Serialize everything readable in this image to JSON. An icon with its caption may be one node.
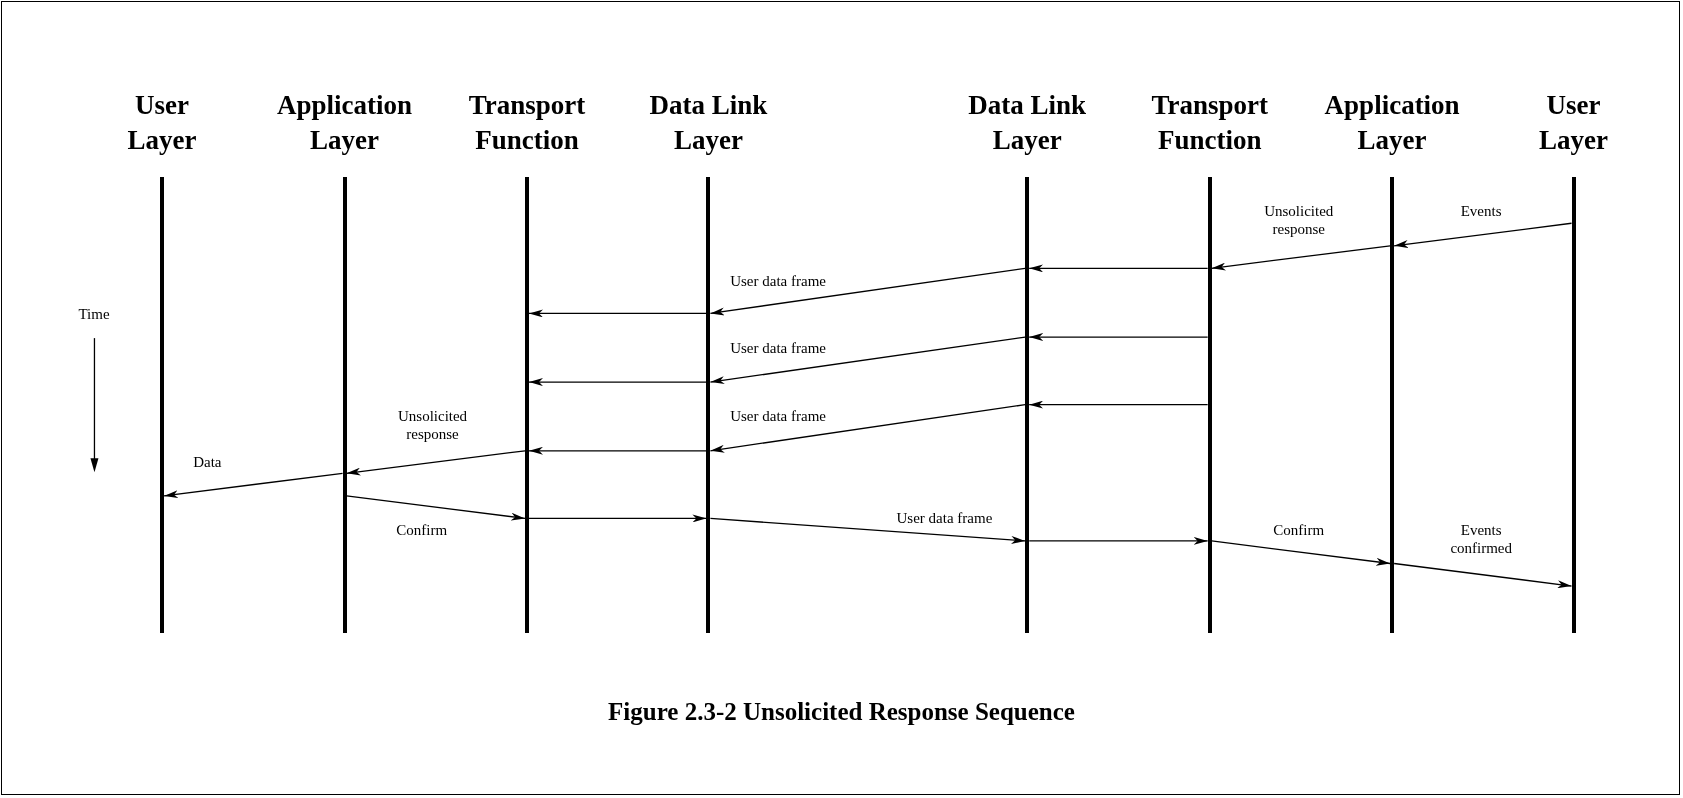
{
  "diagram": {
    "caption": "Figure 2.3-2 Unsolicited Response Sequence",
    "nodes": [
      {
        "text": [
          "User Layer"
        ]
      },
      {
        "text": [
          "Application Layer"
        ]
      },
      {
        "text": [
          "Transport Function"
        ]
      },
      {
        "text": [
          "Data Link Layer"
        ]
      },
      {
        "text": [
          "Data Link Layer"
        ]
      },
      {
        "text": [
          "Transport Function"
        ]
      },
      {
        "text": [
          "Application Layer"
        ]
      },
      {
        "text": [
          "User Layer"
        ]
      }
    ],
    "edges": [
      {
        "from": 7,
        "to": 6,
        "arrow": "to",
        "label": "Events"
      },
      {
        "from": 6,
        "to": 5,
        "arrow": "to",
        "label": "Unsolicited response"
      },
      {
        "from": 5,
        "to": 4,
        "arrow": "to"
      },
      {
        "from": 4,
        "to": 3,
        "arrow": "to",
        "label": "User data frame"
      },
      {
        "from": 3,
        "to": 2,
        "arrow": "to"
      },
      {
        "from": 5,
        "to": 4,
        "arrow": "to"
      },
      {
        "from": 4,
        "to": 3,
        "arrow": "to",
        "label": "User data frame"
      },
      {
        "from": 3,
        "to": 2,
        "arrow": "to"
      },
      {
        "from": 5,
        "to": 4,
        "arrow": "to"
      },
      {
        "from": 4,
        "to": 3,
        "arrow": "to",
        "label": "User data frame"
      },
      {
        "from": 3,
        "to": 2,
        "arrow": "to"
      },
      {
        "from": 2,
        "to": 1,
        "arrow": "to",
        "label": "Unsolicited response"
      },
      {
        "from": 1,
        "to": 0,
        "arrow": "to",
        "label": "Data"
      },
      {
        "from": 1,
        "to": 2,
        "arrow": "to",
        "label": "Confirm"
      },
      {
        "from": 2,
        "to": 3,
        "arrow": "to"
      },
      {
        "from": 3,
        "to": 4,
        "arrow": "to",
        "label": "User data frame"
      },
      {
        "from": 4,
        "to": 5,
        "arrow": "to"
      },
      {
        "from": 5,
        "to": 6,
        "arrow": "to",
        "label": "Confirm"
      },
      {
        "from": 6,
        "to": 7,
        "arrow": "to",
        "label": "Events confirmed"
      }
    ],
    "labels": [
      "Time"
    ]
  }
}
